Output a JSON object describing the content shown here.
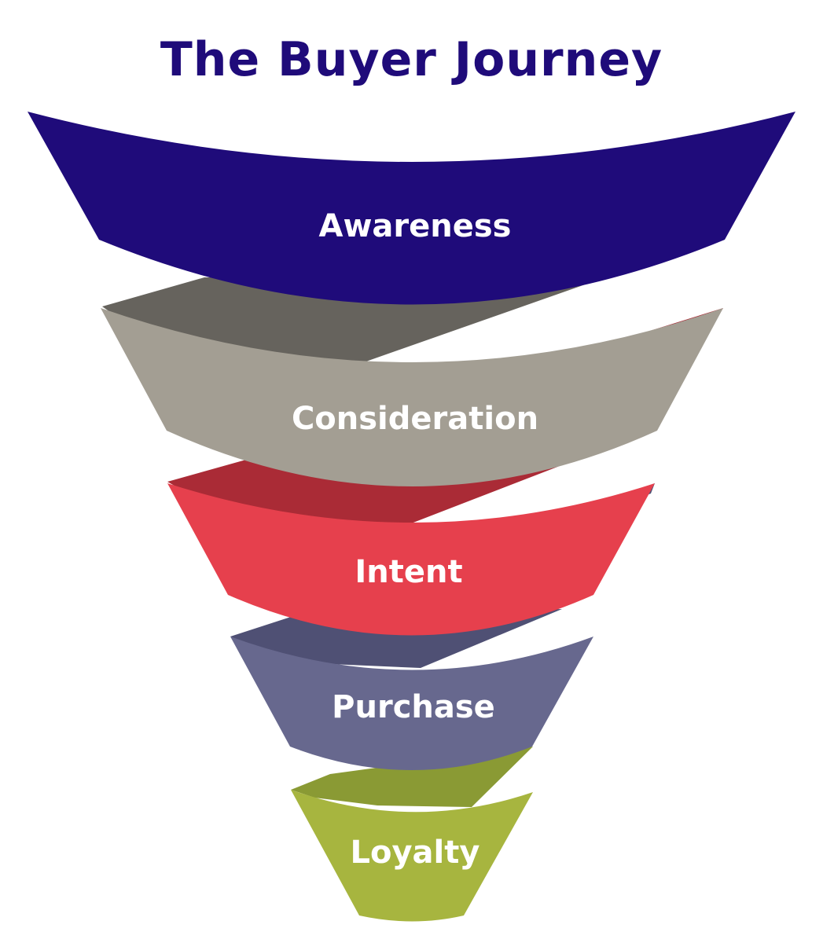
{
  "title": "The Buyer Journey",
  "stages": [
    {
      "label": "Awareness",
      "color": "#1f0b7a",
      "shade": null
    },
    {
      "label": "Consideration",
      "color": "#a39e93",
      "shade": "#66635d"
    },
    {
      "label": "Intent",
      "color": "#e6404d",
      "shade": "#aa2b36"
    },
    {
      "label": "Purchase",
      "color": "#67688e",
      "shade": "#4f5074"
    },
    {
      "label": "Loyalty",
      "color": "#a7b53f",
      "shade": "#8a9a34"
    }
  ]
}
